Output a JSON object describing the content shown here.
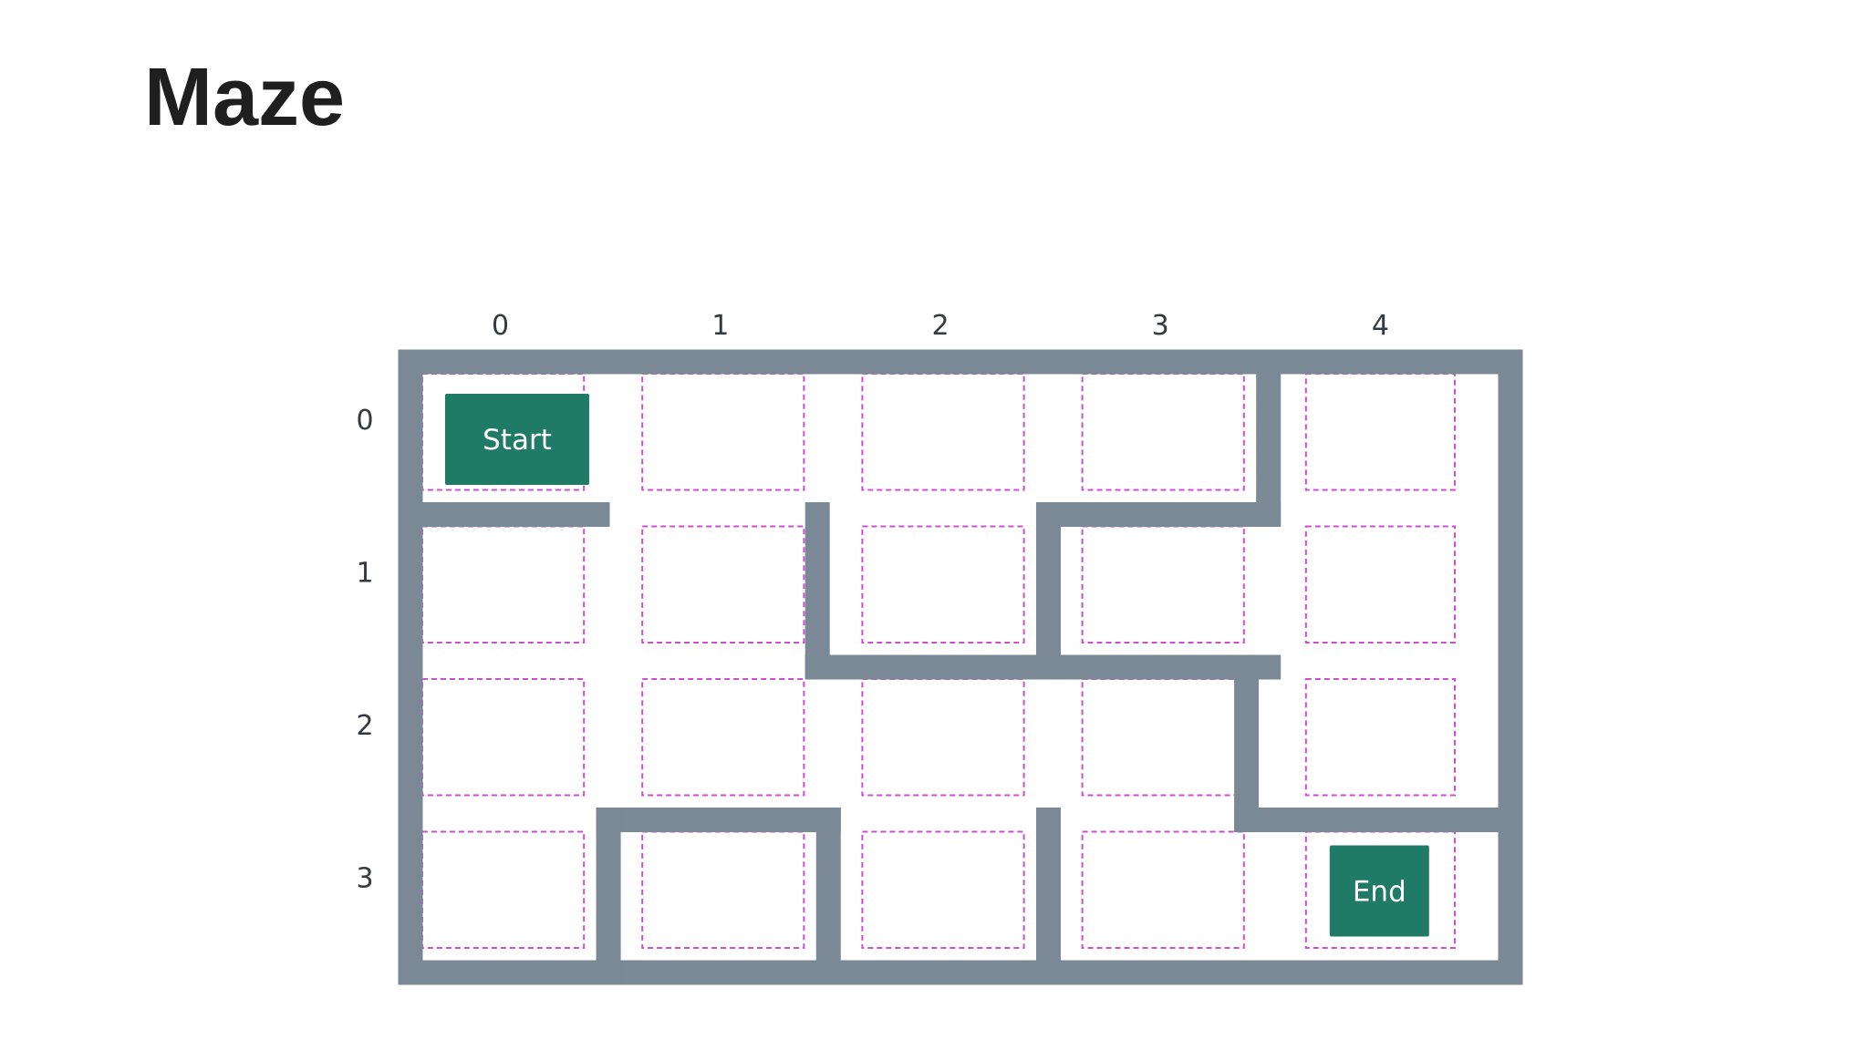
{
  "title": "Maze",
  "colors": {
    "wall": "#7a8995",
    "marker": "#1f7a66",
    "cell_outline": "#cc4fd0"
  },
  "maze": {
    "cols": 5,
    "rows": 4,
    "col_labels": [
      "0",
      "1",
      "2",
      "3",
      "4"
    ],
    "row_labels": [
      "0",
      "1",
      "2",
      "3"
    ],
    "start": {
      "label": "Start",
      "row": 0,
      "col": 0
    },
    "end": {
      "label": "End",
      "row": 3,
      "col": 4
    },
    "walls": [
      {
        "from": [
          0,
          0
        ],
        "to": [
          5,
          0
        ]
      },
      {
        "from": [
          0,
          4
        ],
        "to": [
          5,
          4
        ]
      },
      {
        "from": [
          0,
          0
        ],
        "to": [
          0,
          4
        ]
      },
      {
        "from": [
          5,
          0
        ],
        "to": [
          5,
          4
        ]
      },
      {
        "from": [
          0,
          1
        ],
        "to": [
          0.85,
          1
        ]
      },
      {
        "from": [
          1.85,
          1
        ],
        "to": [
          1.85,
          2
        ]
      },
      {
        "from": [
          1.85,
          2
        ],
        "to": [
          3.9,
          2
        ]
      },
      {
        "from": [
          2.9,
          1
        ],
        "to": [
          2.9,
          2
        ]
      },
      {
        "from": [
          2.9,
          1
        ],
        "to": [
          3.9,
          1
        ]
      },
      {
        "from": [
          3.9,
          0
        ],
        "to": [
          3.9,
          1
        ]
      },
      {
        "from": [
          3.8,
          2
        ],
        "to": [
          3.8,
          3
        ]
      },
      {
        "from": [
          3.8,
          3
        ],
        "to": [
          5,
          3
        ]
      },
      {
        "from": [
          0.9,
          3
        ],
        "to": [
          1.9,
          3
        ]
      },
      {
        "from": [
          0.9,
          3
        ],
        "to": [
          0.9,
          4
        ]
      },
      {
        "from": [
          1.9,
          3
        ],
        "to": [
          1.9,
          4
        ]
      },
      {
        "from": [
          2.9,
          3
        ],
        "to": [
          2.9,
          4
        ]
      }
    ]
  }
}
